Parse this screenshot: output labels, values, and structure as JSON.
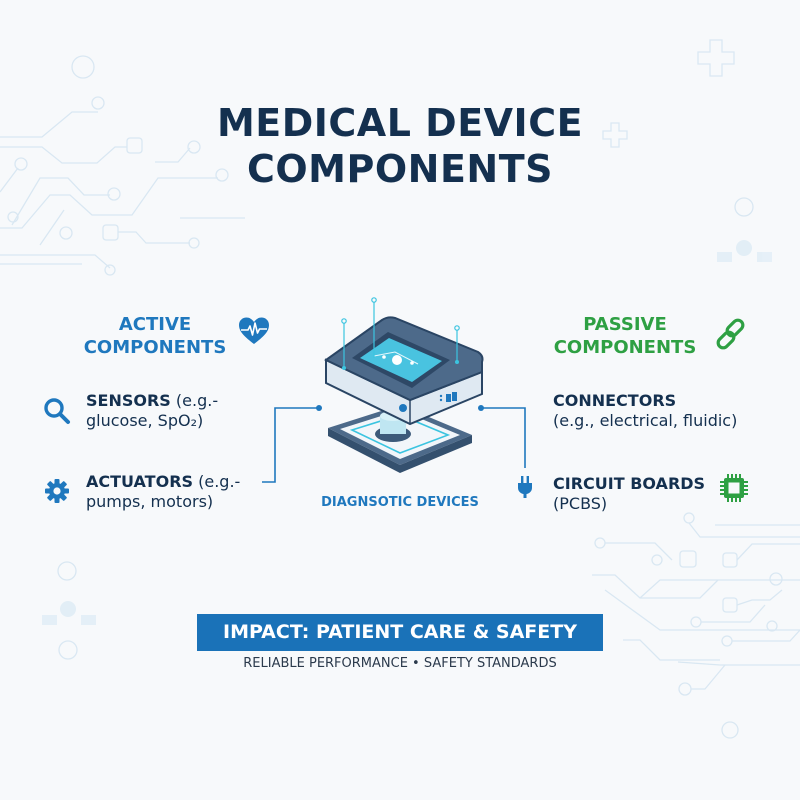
{
  "title": {
    "line1": "MEDICAL DEVICE",
    "line2": "COMPONENTS"
  },
  "active": {
    "heading_line1": "ACTIVE",
    "heading_line2": "COMPONENTS",
    "icon": "heart-pulse-icon",
    "color": "#1f78be",
    "items": [
      {
        "name": "SENSORS",
        "detail_a": " (e.g.-",
        "detail_b": "glucose, SpO₂)",
        "icon": "magnifier-icon"
      },
      {
        "name": "ACTUATORS",
        "detail_a": " (e.g.-",
        "detail_b": "pumps, motors)",
        "icon": "gear-icon"
      }
    ]
  },
  "passive": {
    "heading_line1": "PASSIVE",
    "heading_line2": "COMPONENTS",
    "icon": "chain-link-icon",
    "color": "#2ea043",
    "items": [
      {
        "name": "CONNECTORS",
        "detail": "(e.g., electrical, fluidic)",
        "icon": "plug-icon"
      },
      {
        "name": "CIRCUIT BOARDS",
        "detail": "(PCBS)",
        "icon": "chip-icon"
      }
    ]
  },
  "center": {
    "label": "DIAGNSOTIC DEVICES",
    "icon": "diagnostic-device-illustration"
  },
  "impact": {
    "banner": "IMPACT: PATIENT CARE & SAFETY",
    "subtitle": "RELIABLE PERFORMANCE • SAFETY STANDARDS",
    "color": "#1a72b8"
  }
}
